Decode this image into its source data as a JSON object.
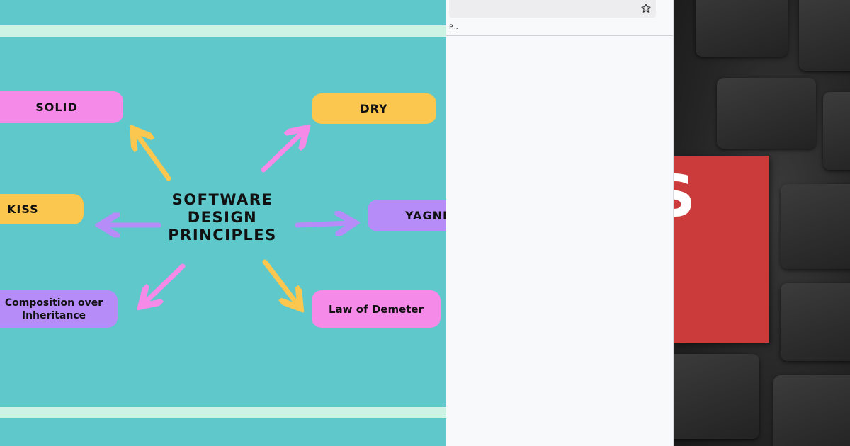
{
  "mindmap": {
    "center_title_lines": [
      "SOFTWARE",
      "DESIGN",
      "PRINCIPLES"
    ],
    "nodes": {
      "solid": "SOLID",
      "dry": "DRY",
      "kiss": "KISS",
      "yagni": "YAGNI",
      "composition": "Composition over Inheritance",
      "demeter": "Law of Demeter"
    },
    "colors": {
      "background": "#5ec8cb",
      "stripe": "#cdf3e4",
      "pink": "#f58ae8",
      "yellow": "#fbc74e",
      "purple": "#b58cf8"
    }
  },
  "browser": {
    "panel_label": "P...",
    "icons": [
      "star-icon"
    ]
  },
  "photo": {
    "card_letter": "S",
    "card_color": "#cc3b3b"
  }
}
